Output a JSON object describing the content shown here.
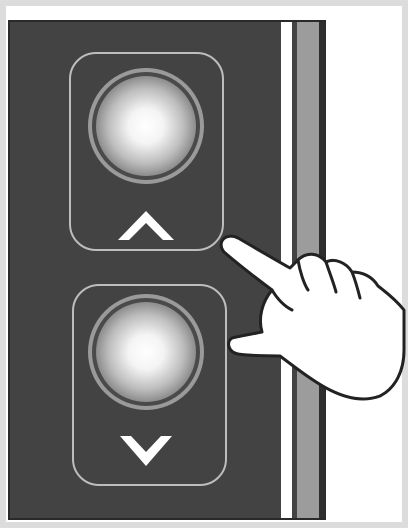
{
  "device": {
    "panel_color": "#434343",
    "button_surface_color": "#ededed",
    "arrow_color": "#ffffff",
    "stripe_colors": [
      "#ffffff",
      "#9c9c9c"
    ]
  },
  "buttons": [
    {
      "id": "up",
      "icon": "chevron-up-icon",
      "illuminated": true
    },
    {
      "id": "down",
      "icon": "chevron-down-icon",
      "illuminated": true
    }
  ],
  "pointer": {
    "icon": "hand-pointer-icon",
    "target": "between-buttons"
  }
}
